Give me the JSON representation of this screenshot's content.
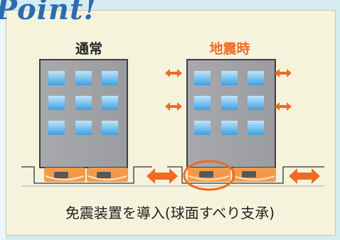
{
  "header": {
    "point_label": "Point!"
  },
  "labels": {
    "normal": "通常",
    "earthquake": "地震時"
  },
  "caption": "免震装置を導入(球面すべり支承)",
  "colors": {
    "orange": "#ef6b24",
    "building": "#a4a6aa",
    "window": "#4aa8e6",
    "panel": "#f6f3dc"
  },
  "icons": [
    "double-arrow-icon",
    "building-icon",
    "bearing-icon",
    "highlight-circle-icon"
  ]
}
